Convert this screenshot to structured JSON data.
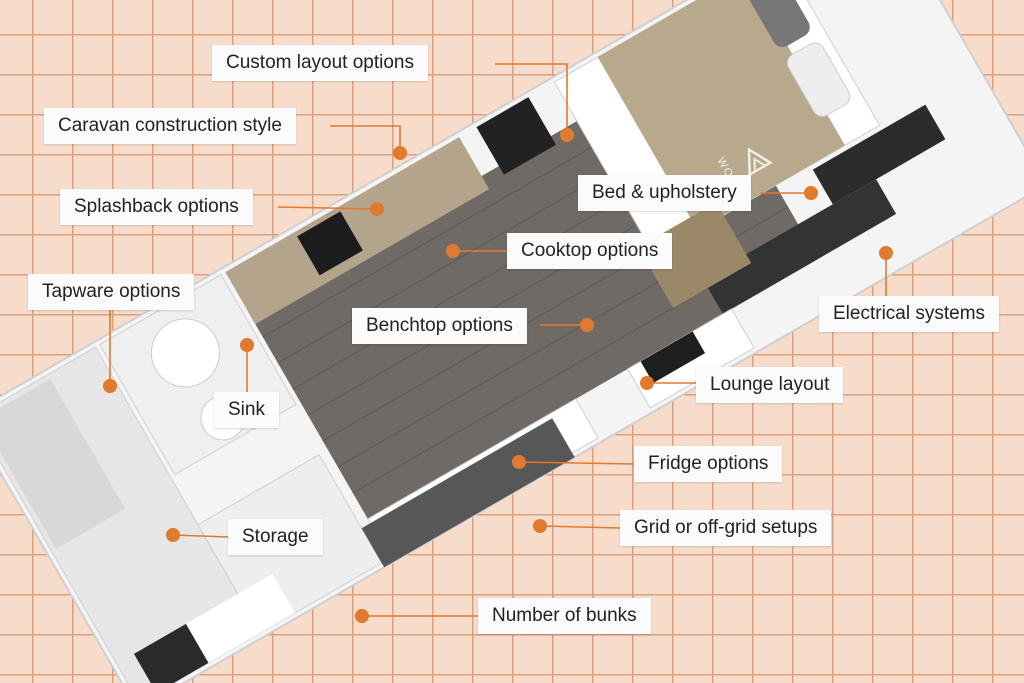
{
  "accent_color": "#e07a2f",
  "brand_mark_icon": "wonder-logo-icon",
  "bed_brand_text": "WONDER",
  "callouts": [
    {
      "id": "custom-layout-options",
      "text": "Custom layout options"
    },
    {
      "id": "caravan-construction-style",
      "text": "Caravan construction style"
    },
    {
      "id": "splashback-options",
      "text": "Splashback options"
    },
    {
      "id": "tapware-options",
      "text": "Tapware options"
    },
    {
      "id": "bed-upholstery",
      "text": "Bed & upholstery"
    },
    {
      "id": "cooktop-options",
      "text": "Cooktop options"
    },
    {
      "id": "benchtop-options",
      "text": "Benchtop options"
    },
    {
      "id": "electrical-systems",
      "text": "Electrical systems"
    },
    {
      "id": "lounge-layout",
      "text": "Lounge layout"
    },
    {
      "id": "sink",
      "text": "Sink"
    },
    {
      "id": "fridge-options",
      "text": "Fridge options"
    },
    {
      "id": "grid-off-grid-setups",
      "text": "Grid or off-grid setups"
    },
    {
      "id": "storage",
      "text": "Storage"
    },
    {
      "id": "number-of-bunks",
      "text": "Number of bunks"
    }
  ]
}
